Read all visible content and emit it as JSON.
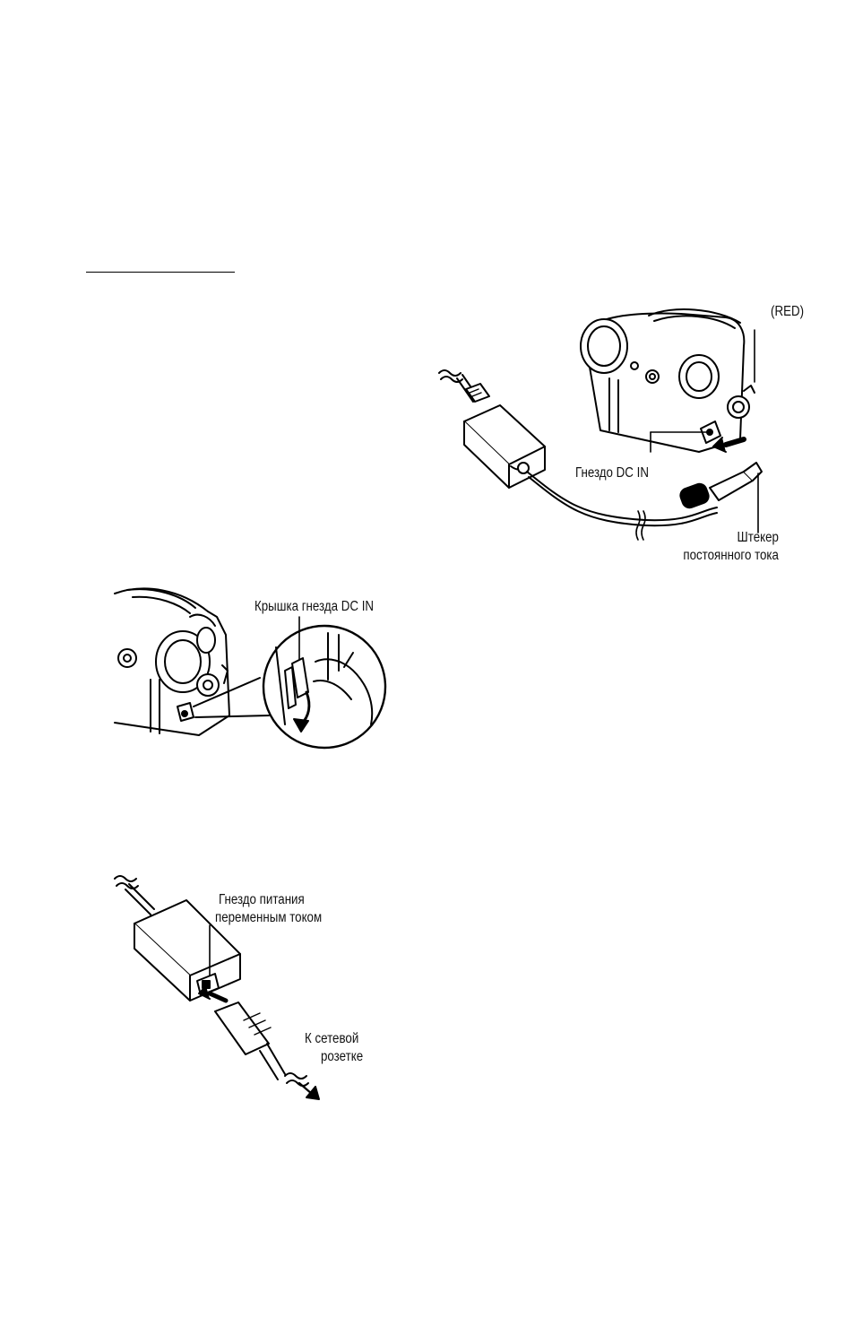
{
  "figure_top": {
    "label_red": "(RED)",
    "label_dc_in": "Гнездо DC IN",
    "label_plug_line1": "Штекер",
    "label_plug_line2": "постоянного тока"
  },
  "figure_middle": {
    "label_cover": "Крышка гнезда DC IN"
  },
  "figure_bottom": {
    "label_ac_line1": "Гнездо питания",
    "label_ac_line2": "переменным током",
    "label_outlet_line1": "К сетевой",
    "label_outlet_line2": "розетке"
  }
}
